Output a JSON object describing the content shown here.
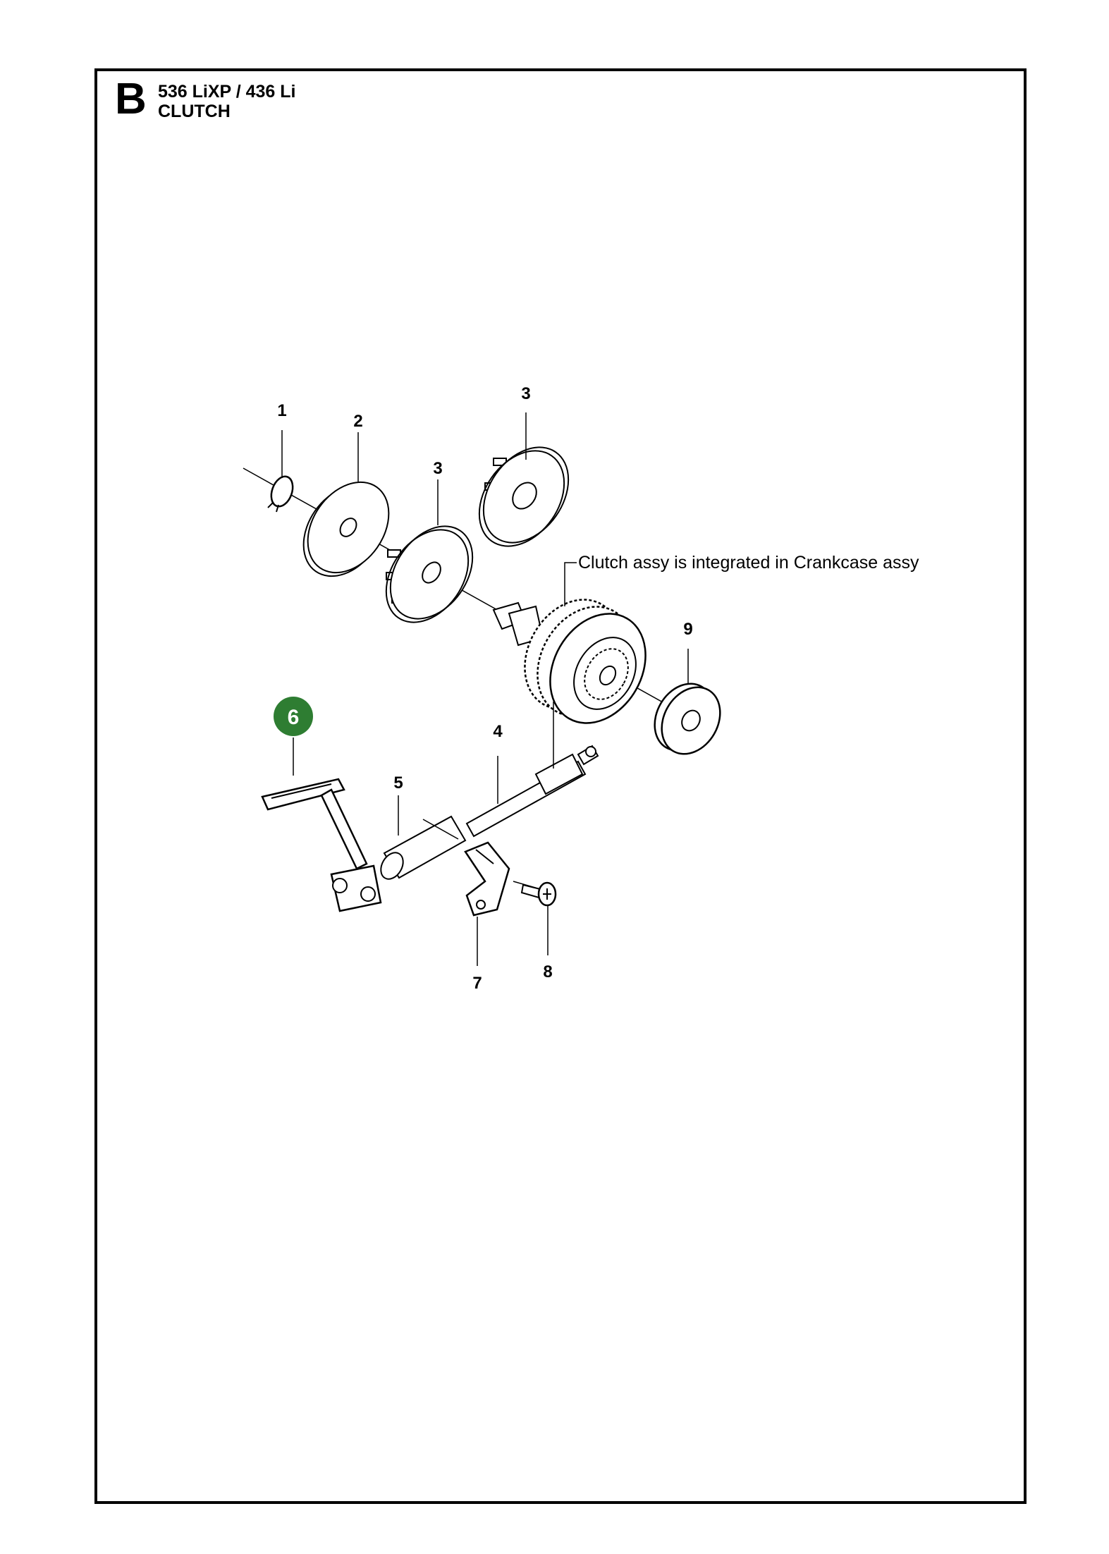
{
  "header": {
    "section_letter": "B",
    "model": "536 LiXP / 436 Li",
    "subtitle": "CLUTCH"
  },
  "note": "Clutch assy is integrated in Crankcase assy",
  "callouts": {
    "c1": "1",
    "c2": "2",
    "c3a": "3",
    "c3b": "3",
    "c4": "4",
    "c5": "5",
    "c6": "6",
    "c7": "7",
    "c8": "8",
    "c9": "9"
  },
  "colors": {
    "highlight_badge": "#2e7d32",
    "line": "#000000"
  }
}
